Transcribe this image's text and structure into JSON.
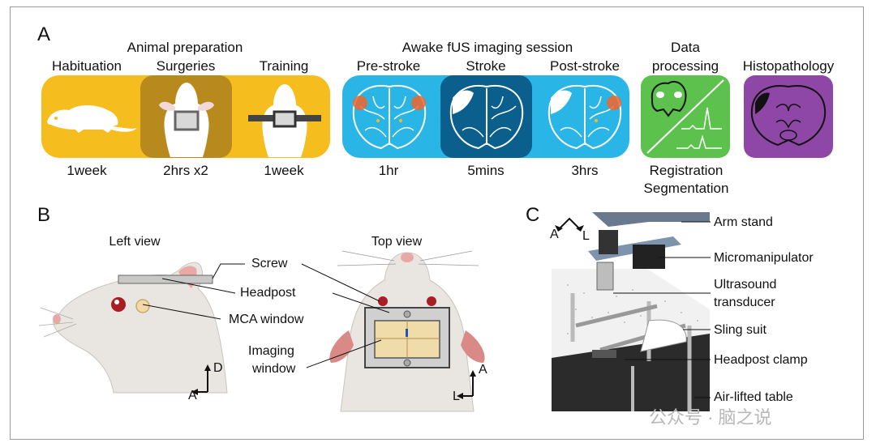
{
  "panels": {
    "a": "A",
    "b": "B",
    "c": "C"
  },
  "panel_a": {
    "group_animal": "Animal preparation",
    "group_imaging": "Awake fUS imaging session",
    "group_data": "Data processing",
    "group_histo": "Histopathology",
    "stages": [
      {
        "label": "Habituation",
        "duration": "1week"
      },
      {
        "label": "Surgeries",
        "duration": "2hrs x2"
      },
      {
        "label": "Training",
        "duration": "1week"
      },
      {
        "label": "Pre-stroke",
        "duration": "1hr"
      },
      {
        "label": "Stroke",
        "duration": "5mins"
      },
      {
        "label": "Post-stroke",
        "duration": "3hrs"
      }
    ],
    "data_sub": [
      "Registration",
      "Segmentation"
    ]
  },
  "panel_b": {
    "left_view": "Left view",
    "top_view": "Top view",
    "labels": {
      "screw": "Screw",
      "headpost": "Headpost",
      "mca": "MCA window",
      "imaging_1": "Imaging",
      "imaging_2": "window"
    },
    "axes_left": {
      "up": "D",
      "side": "A"
    },
    "axes_top": {
      "up": "A",
      "side": "L"
    }
  },
  "panel_c": {
    "axes": {
      "a": "A",
      "l": "L"
    },
    "labels": {
      "arm_stand": "Arm stand",
      "micromanipulator": "Micromanipulator",
      "ultrasound_1": "Ultrasound",
      "ultrasound_2": "transducer",
      "sling": "Sling suit",
      "clamp": "Headpost clamp",
      "table": "Air-lifted table"
    }
  },
  "watermark": "公众号 · 脑之说",
  "colors": {
    "animal_prep": "#f6bd1f",
    "surgery": "#b8891d",
    "imaging": "#29b6e6",
    "stroke": "#0b5f8c",
    "data": "#5cc24d",
    "histo": "#8e47a6"
  }
}
